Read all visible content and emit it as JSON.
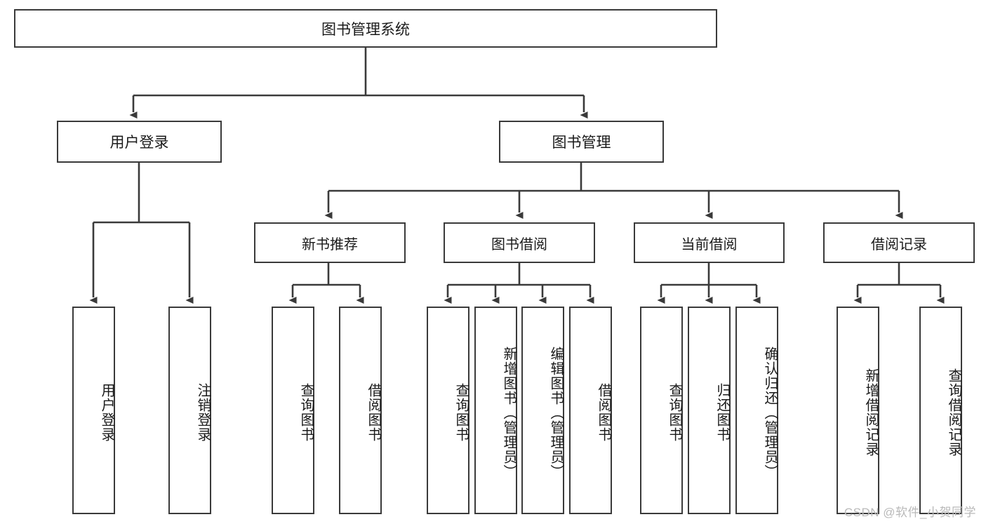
{
  "diagram": {
    "title": "图书管理系统",
    "type": "tree-hierarchy",
    "root": {
      "label": "图书管理系统"
    },
    "level1": [
      {
        "label": "用户登录"
      },
      {
        "label": "图书管理"
      }
    ],
    "level2": [
      {
        "label": "新书推荐",
        "parent": "图书管理"
      },
      {
        "label": "图书借阅",
        "parent": "图书管理"
      },
      {
        "label": "当前借阅",
        "parent": "图书管理"
      },
      {
        "label": "借阅记录",
        "parent": "图书管理"
      }
    ],
    "leaves": {
      "user_login": [
        {
          "label": "用户登录"
        },
        {
          "label": "注销登录"
        }
      ],
      "new_book_recommend": [
        {
          "label": "查询图书"
        },
        {
          "label": "借阅图书"
        }
      ],
      "book_borrow": [
        {
          "label": "查询图书"
        },
        {
          "label": "新增图书（管理员）"
        },
        {
          "label": "编辑图书（管理员）"
        },
        {
          "label": "借阅图书"
        }
      ],
      "current_borrow": [
        {
          "label": "查询图书"
        },
        {
          "label": "归还图书"
        },
        {
          "label": "确认归还（管理员）"
        }
      ],
      "borrow_record": [
        {
          "label": "新增借阅记录"
        },
        {
          "label": "查询借阅记录"
        }
      ]
    }
  },
  "watermark": {
    "text": "CSDN @软件_小贺同学"
  },
  "colors": {
    "stroke": "#3a3a3a",
    "background": "#ffffff",
    "text": "#1a1a1a",
    "watermark": "#b9b9b9"
  }
}
